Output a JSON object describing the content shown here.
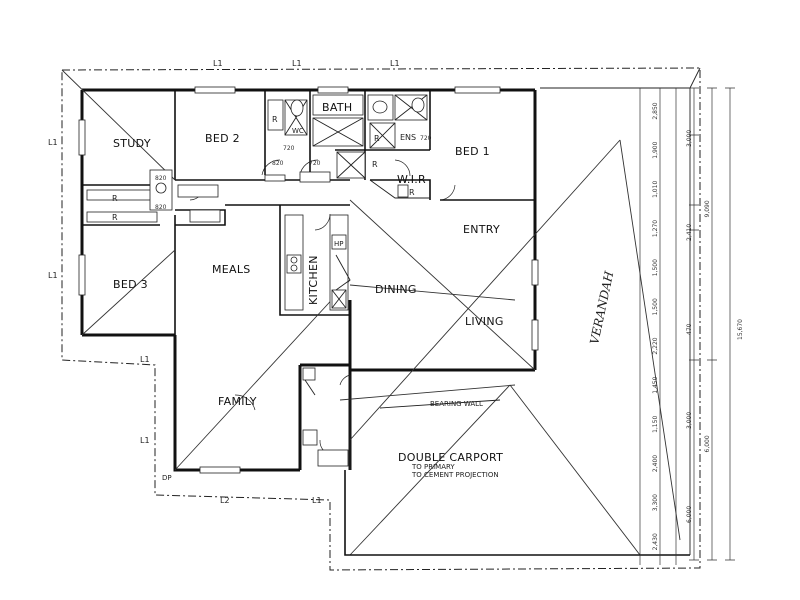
{
  "rooms": {
    "study": "STUDY",
    "bed2": "BED 2",
    "bath": "BATH",
    "bed1": "BED 1",
    "ens": "ENS",
    "wir": "W.I.R",
    "entry": "ENTRY",
    "meals": "MEALS",
    "kitchen": "KITCHEN",
    "dining": "DINING",
    "living": "LIVING",
    "bed3": "BED 3",
    "family": "FAMILY",
    "double_carport": "DOUBLE CARPORT",
    "verandah": "VERANDAH"
  },
  "annotations": {
    "bearing_wall": "BEARING WALL",
    "carport_note_1": "TO PRIMARY",
    "carport_note_2": "TO CEMENT PROJECTION",
    "hp": "HP",
    "r": "R",
    "wc": "WC",
    "dp": "DP"
  },
  "line_marks": {
    "l1": "L1",
    "l2": "L2"
  },
  "door_widths": {
    "d820": "820",
    "d720": "720"
  },
  "dimensions": {
    "overall": "15,670",
    "right_outer": [
      "9,090",
      "6,000"
    ],
    "right_mid": [
      "3,000",
      "2,410",
      "470",
      "3,000",
      "6,000"
    ],
    "right_inner": [
      "2,850",
      "1,900",
      "1,010",
      "1,270",
      "1,500",
      "1,500",
      "2,220",
      "1,450",
      "1,150",
      "2,400",
      "3,300",
      "2,430"
    ]
  }
}
